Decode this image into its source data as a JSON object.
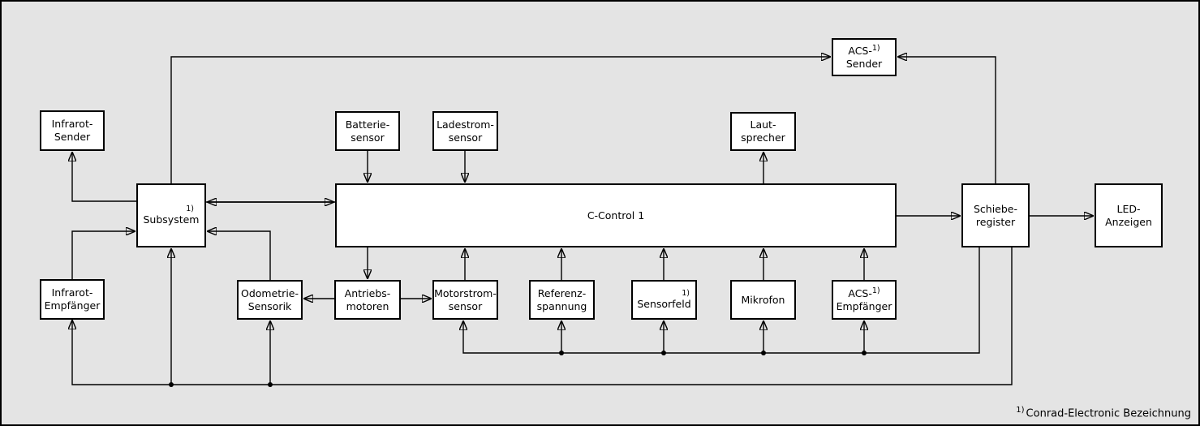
{
  "colors": {
    "background": "#e4e4e4",
    "box_fill": "#ffffff",
    "line": "#000000"
  },
  "blocks": {
    "infrarot_sender": {
      "line1": "Infrarot-",
      "line2": "Sender"
    },
    "subsystem": {
      "line1": "Subsystem",
      "sup": "1)"
    },
    "infrarot_empfaenger": {
      "line1": "Infrarot-",
      "line2": "Empfänger"
    },
    "batterie_sensor": {
      "line1": "Batterie-",
      "line2": "sensor"
    },
    "ladestrom_sensor": {
      "line1": "Ladestrom-",
      "line2": "sensor"
    },
    "c_control": {
      "line1": "C-Control 1"
    },
    "laut_sprecher": {
      "line1": "Laut-",
      "line2": "sprecher"
    },
    "acs_sender": {
      "line1": "ACS-",
      "sup": "1)",
      "line2": "Sender"
    },
    "odometrie_sensorik": {
      "line1": "Odometrie-",
      "line2": "Sensorik"
    },
    "antriebs_motoren": {
      "line1": "Antriebs-",
      "line2": "motoren"
    },
    "motorstrom_sensor": {
      "line1": "Motorstrom-",
      "line2": "sensor"
    },
    "referenz_spannung": {
      "line1": "Referenz-",
      "line2": "spannung"
    },
    "sensorfeld": {
      "line1": "Sensorfeld",
      "sup": "1)"
    },
    "mikrofon": {
      "line1": "Mikrofon"
    },
    "acs_empfaenger": {
      "line1": "ACS-",
      "sup": "1)",
      "line2": "Empfänger"
    },
    "schiebe_register": {
      "line1": "Schiebe-",
      "line2": "register"
    },
    "led_anzeigen": {
      "line1": "LED-",
      "line2": "Anzeigen"
    }
  },
  "footnote": {
    "sup": "1)",
    "text": "Conrad-Electronic Bezeichnung"
  },
  "connections": [
    {
      "from": "subsystem",
      "to": "acs-sender",
      "type": "arrow"
    },
    {
      "from": "schiebe-register",
      "to": "acs-sender",
      "type": "arrow"
    },
    {
      "from": "subsystem",
      "to": "infrarot-sender",
      "type": "arrow"
    },
    {
      "from": "infrarot-empfaenger",
      "to": "subsystem",
      "type": "arrow"
    },
    {
      "from": "subsystem",
      "to": "c-control-1",
      "type": "bidirectional"
    },
    {
      "from": "odometrie-sensorik",
      "to": "subsystem",
      "type": "arrow"
    },
    {
      "from": "batterie-sensor",
      "to": "c-control-1",
      "type": "arrow"
    },
    {
      "from": "ladestrom-sensor",
      "to": "c-control-1",
      "type": "arrow"
    },
    {
      "from": "c-control-1",
      "to": "laut-sprecher",
      "type": "arrow"
    },
    {
      "from": "c-control-1",
      "to": "antriebs-motoren",
      "type": "arrow"
    },
    {
      "from": "antriebs-motoren",
      "to": "odometrie-sensorik",
      "type": "arrow"
    },
    {
      "from": "antriebs-motoren",
      "to": "motorstrom-sensor",
      "type": "arrow"
    },
    {
      "from": "motorstrom-sensor",
      "to": "c-control-1",
      "type": "arrow"
    },
    {
      "from": "referenz-spannung",
      "to": "c-control-1",
      "type": "arrow"
    },
    {
      "from": "sensorfeld",
      "to": "c-control-1",
      "type": "arrow"
    },
    {
      "from": "mikrofon",
      "to": "c-control-1",
      "type": "arrow"
    },
    {
      "from": "acs-empfaenger",
      "to": "c-control-1",
      "type": "arrow"
    },
    {
      "from": "c-control-1",
      "to": "schiebe-register",
      "type": "arrow"
    },
    {
      "from": "schiebe-register",
      "to": "led-anzeigen",
      "type": "arrow"
    },
    {
      "from": "schiebe-register",
      "to": "motorstrom-sensor|referenz-spannung|sensorfeld|mikrofon|acs-empfaenger",
      "type": "bus"
    },
    {
      "from": "schiebe-register",
      "to": "infrarot-empfaenger|subsystem|odometrie-sensorik",
      "type": "bus"
    }
  ]
}
